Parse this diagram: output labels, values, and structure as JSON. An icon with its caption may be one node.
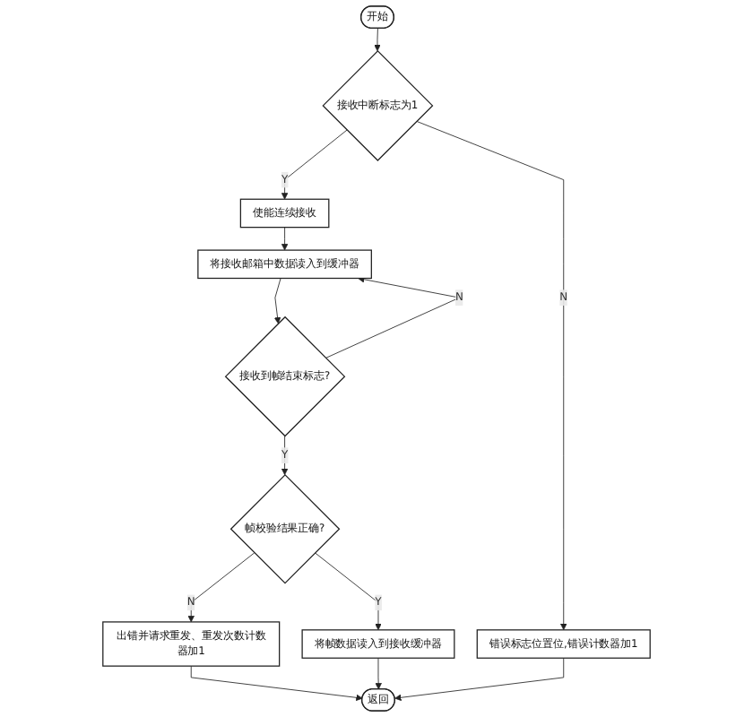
{
  "diagram": {
    "nodes": [
      {
        "text": [
          "开始"
        ]
      },
      {
        "text": [
          "接收中断标志为1"
        ]
      },
      {
        "text": [
          "使能连续接收"
        ]
      },
      {
        "text": [
          "将接收邮箱中数据读入到缓冲器"
        ]
      },
      {
        "text": [
          "接收到帧结束标志?"
        ]
      },
      {
        "text": [
          "帧校验结果正确?"
        ]
      },
      {
        "text": [
          "出错并请求重发、重发次数计数器加1"
        ]
      },
      {
        "text": [
          "将帧数据读入到接收缓冲器"
        ]
      },
      {
        "text": [
          "错误标志位置位,错误计数器加1"
        ]
      },
      {
        "text": [
          "返回"
        ]
      }
    ],
    "edges": [
      {
        "from": 0,
        "to": 1,
        "arrow": "to"
      },
      {
        "from": 1,
        "to": 2,
        "arrow": "to",
        "label": "Y"
      },
      {
        "from": 1,
        "to": 8,
        "arrow": "to",
        "label": "N"
      },
      {
        "from": 2,
        "to": 3,
        "arrow": "to"
      },
      {
        "from": 3,
        "to": 4,
        "arrow": "to"
      },
      {
        "from": 4,
        "to": 3,
        "arrow": "to",
        "label": "N"
      },
      {
        "from": 4,
        "to": 5,
        "arrow": "to",
        "label": "Y"
      },
      {
        "from": 5,
        "to": 6,
        "arrow": "to",
        "label": "N"
      },
      {
        "from": 5,
        "to": 7,
        "arrow": "to",
        "label": "Y"
      },
      {
        "from": 6,
        "to": 9,
        "arrow": "to"
      },
      {
        "from": 7,
        "to": 9,
        "arrow": "to"
      },
      {
        "from": 8,
        "to": 9,
        "arrow": "to"
      }
    ]
  }
}
